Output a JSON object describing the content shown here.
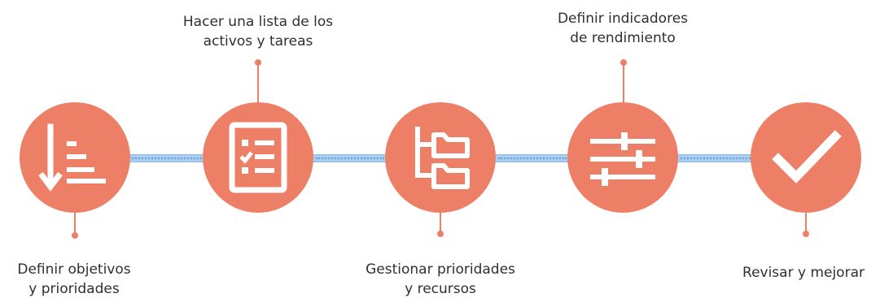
{
  "colors": {
    "circle": "#ee7f67",
    "connector": "#a9cdee",
    "stem": "#ee7f67",
    "text": "#2f2f2f",
    "icon": "#ffffff"
  },
  "steps": [
    {
      "icon": "sort-descending-icon",
      "label_position": "bottom",
      "label_lines": [
        "Definir objetivos",
        "y prioridades"
      ]
    },
    {
      "icon": "checklist-icon",
      "label_position": "top",
      "label_lines": [
        "Hacer una lista de los",
        "activos y tareas"
      ]
    },
    {
      "icon": "folder-tree-icon",
      "label_position": "bottom",
      "label_lines": [
        "Gestionar prioridades",
        "y recursos"
      ]
    },
    {
      "icon": "sliders-icon",
      "label_position": "top",
      "label_lines": [
        "Definir indicadores",
        "de rendimiento"
      ]
    },
    {
      "icon": "checkmark-icon",
      "label_position": "bottom",
      "label_lines": [
        "Revisar y mejorar"
      ]
    }
  ]
}
